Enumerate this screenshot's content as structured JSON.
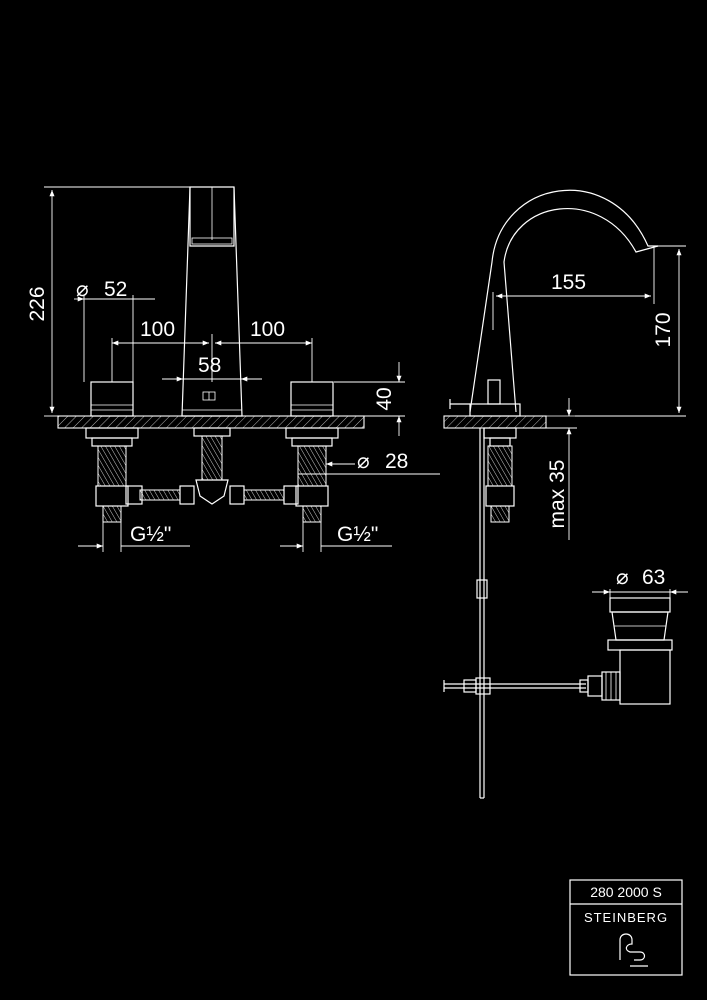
{
  "dimensions": {
    "height_total": "226",
    "diameter_handle": "52",
    "spacing_left": "100",
    "spacing_right": "100",
    "spout_width": "58",
    "handle_height": "40",
    "diameter_shank": "28",
    "connection_left": "G½\"",
    "connection_right": "G½\"",
    "spout_reach": "155",
    "spout_height": "170",
    "deck_max": "max 35",
    "diameter_waste": "63"
  },
  "symbols": {
    "diameter": "⌀"
  },
  "title_block": {
    "product_code": "280 2000 S",
    "brand": "STEINBERG"
  },
  "colors": {
    "background": "#000000",
    "lines": "#ffffff"
  }
}
